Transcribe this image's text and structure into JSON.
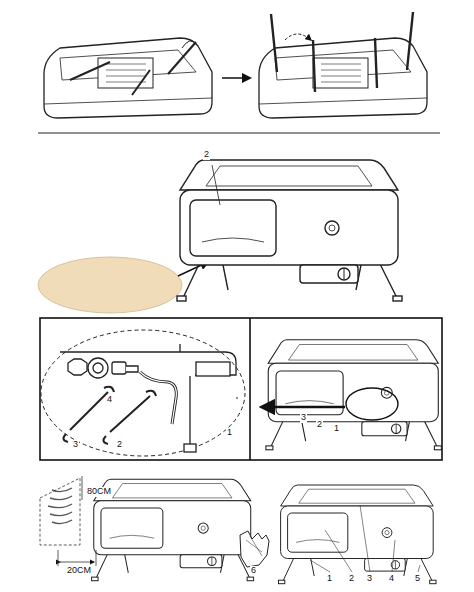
{
  "diagram": {
    "labels": [
      "2",
      "3",
      "2",
      "4",
      "1",
      "3",
      "2",
      "1",
      "80CM",
      "20CM",
      "6",
      "1",
      "2",
      "3",
      "4",
      "5"
    ]
  }
}
